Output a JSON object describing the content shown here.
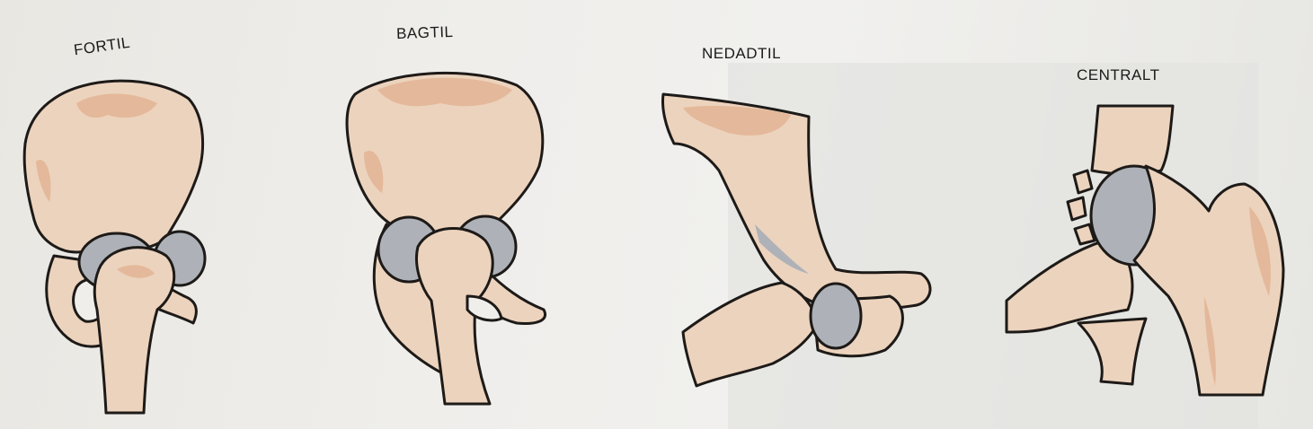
{
  "views": [
    {
      "id": "front",
      "label": "FORTIL"
    },
    {
      "id": "back",
      "label": "BAGTIL"
    },
    {
      "id": "below",
      "label": "NEDADTIL"
    },
    {
      "id": "central",
      "label": "CENTRALT"
    }
  ],
  "colors": {
    "bone": "#ecd3bd",
    "bone_shade": "#e4b89a",
    "cartilage": "#aeb2b8",
    "outline": "#1d1a18",
    "page": "#efeeeb"
  }
}
